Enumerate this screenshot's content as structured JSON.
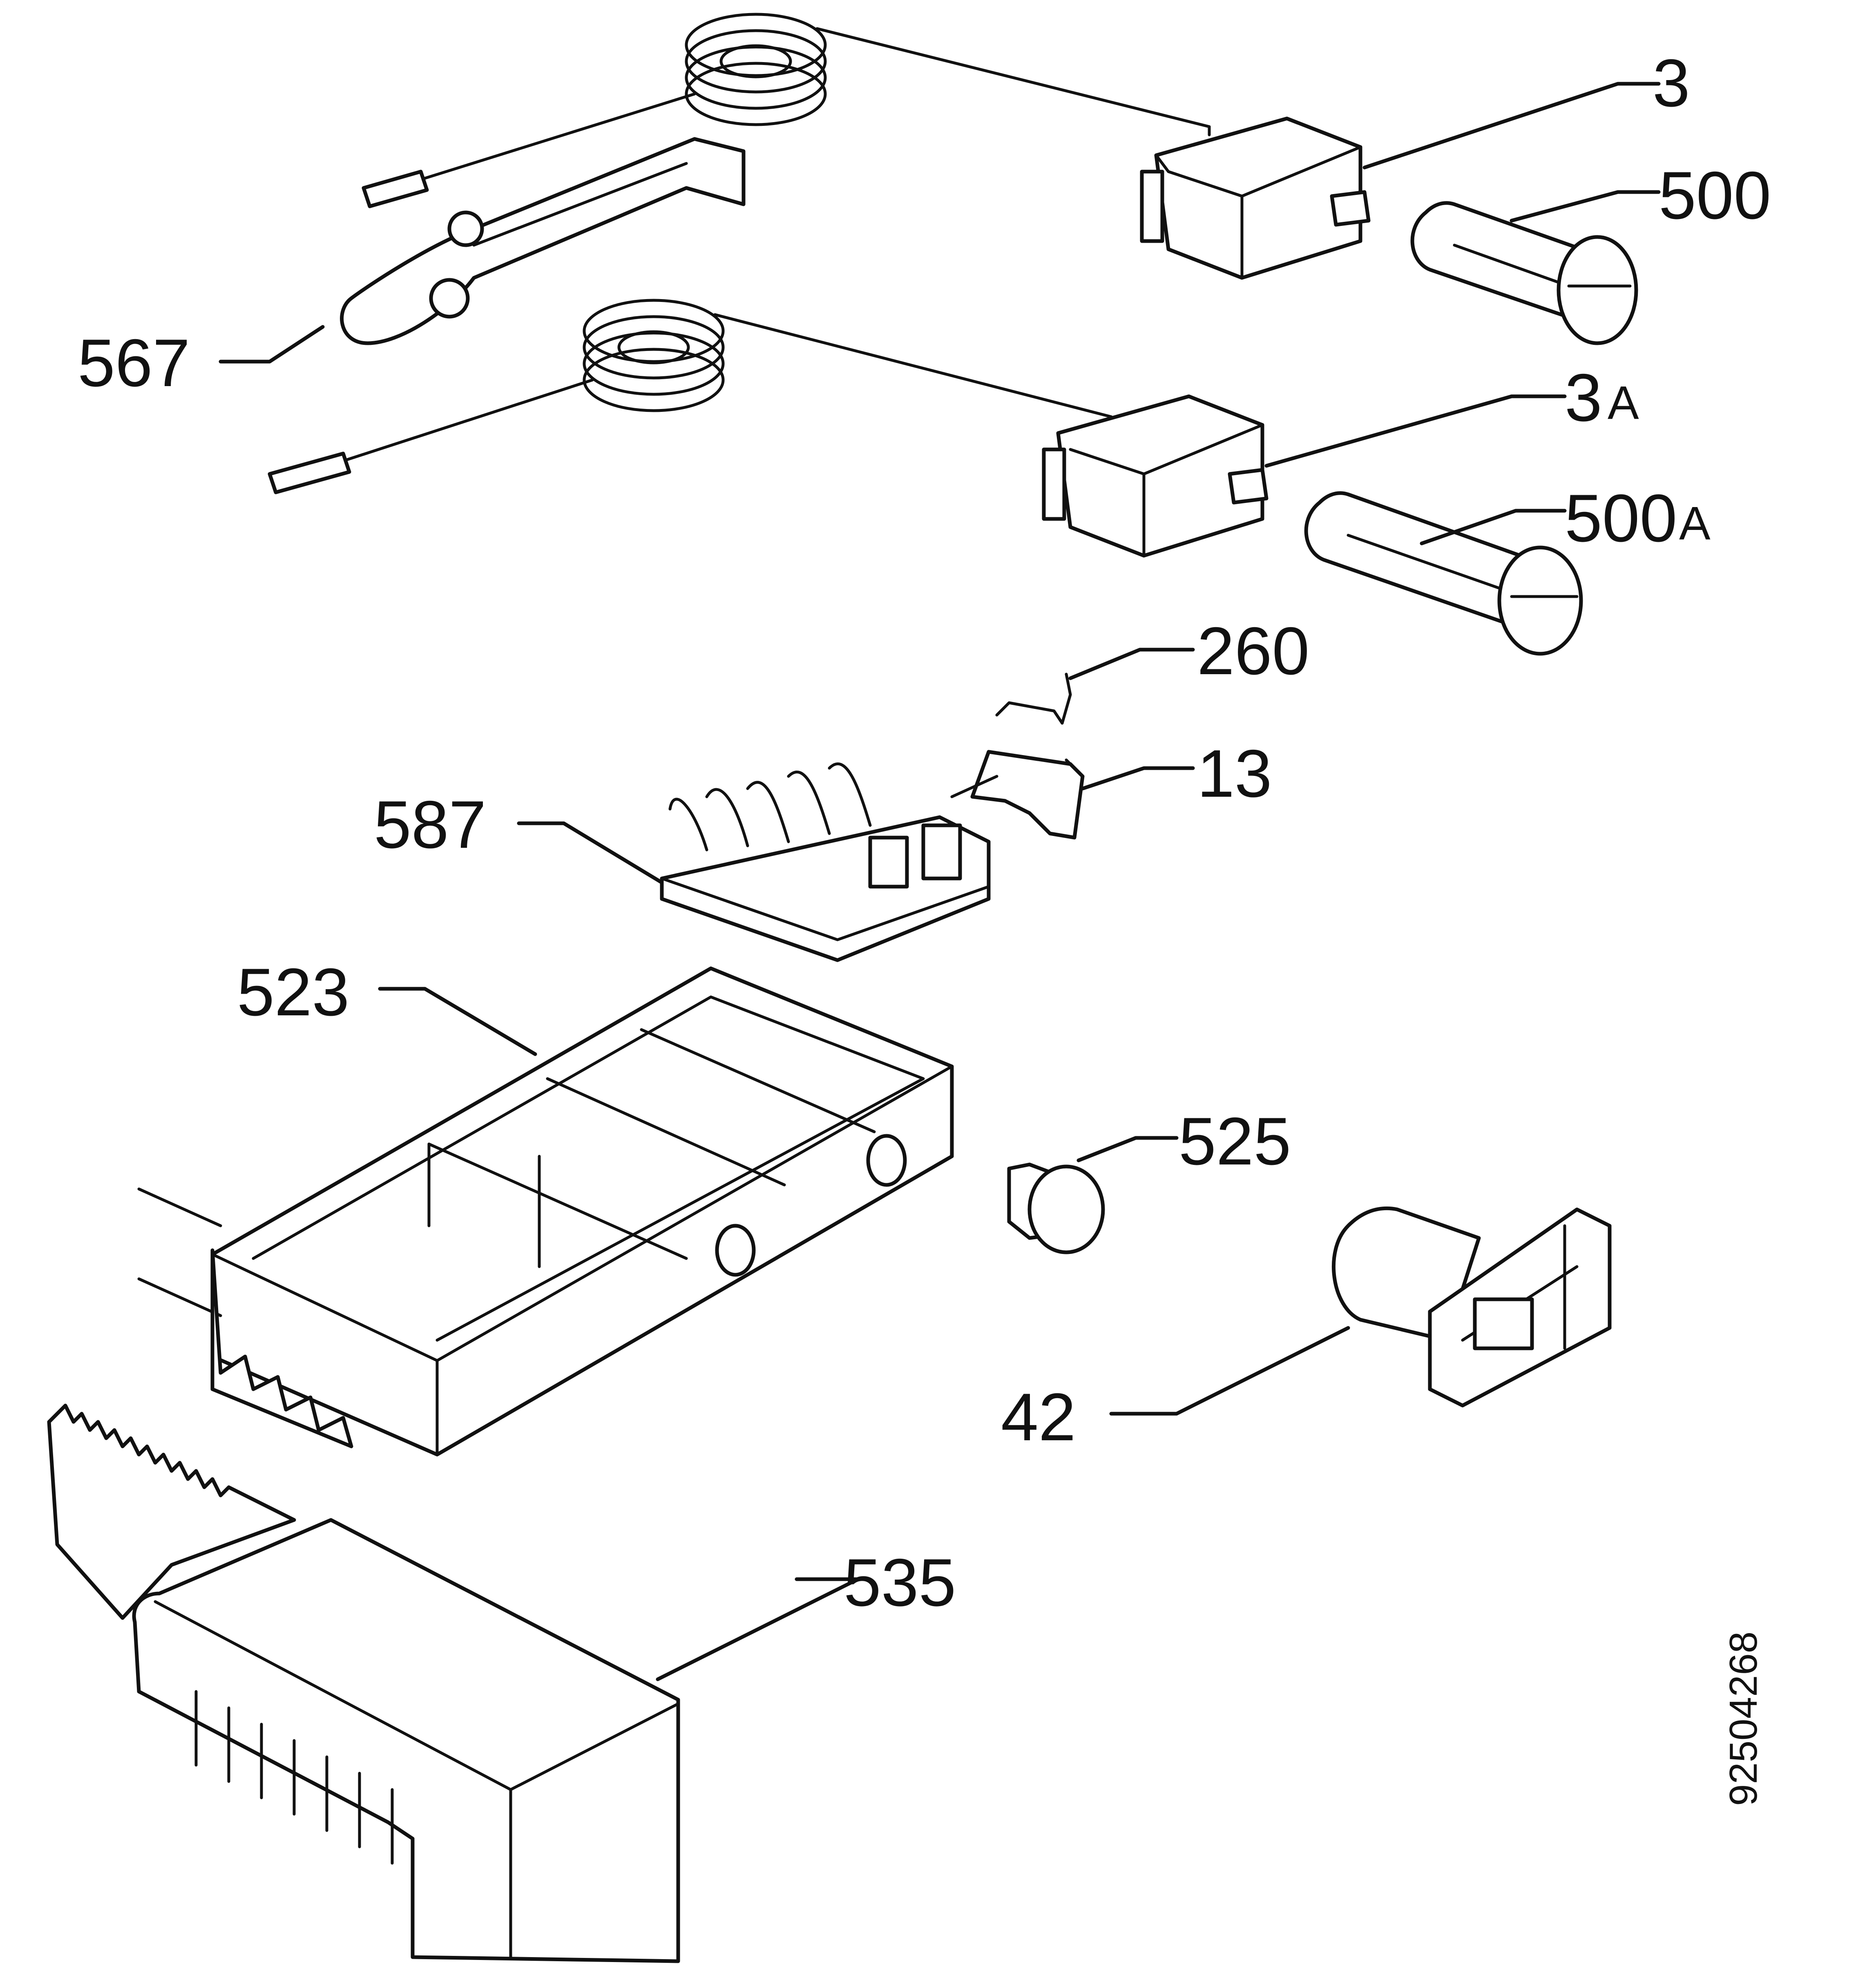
{
  "labels": {
    "thermostat_upper": "3",
    "knob_upper": "500",
    "clip_holder": "567",
    "thermostat_lower_num": "3",
    "thermostat_lower_suffix": "A",
    "knob_lower_num": "500",
    "knob_lower_suffix": "A",
    "spring": "260",
    "lever": "13",
    "terminal_block": "587",
    "housing": "523",
    "button": "525",
    "lamp_holder": "42",
    "cover": "535"
  },
  "document_number": "92504268"
}
